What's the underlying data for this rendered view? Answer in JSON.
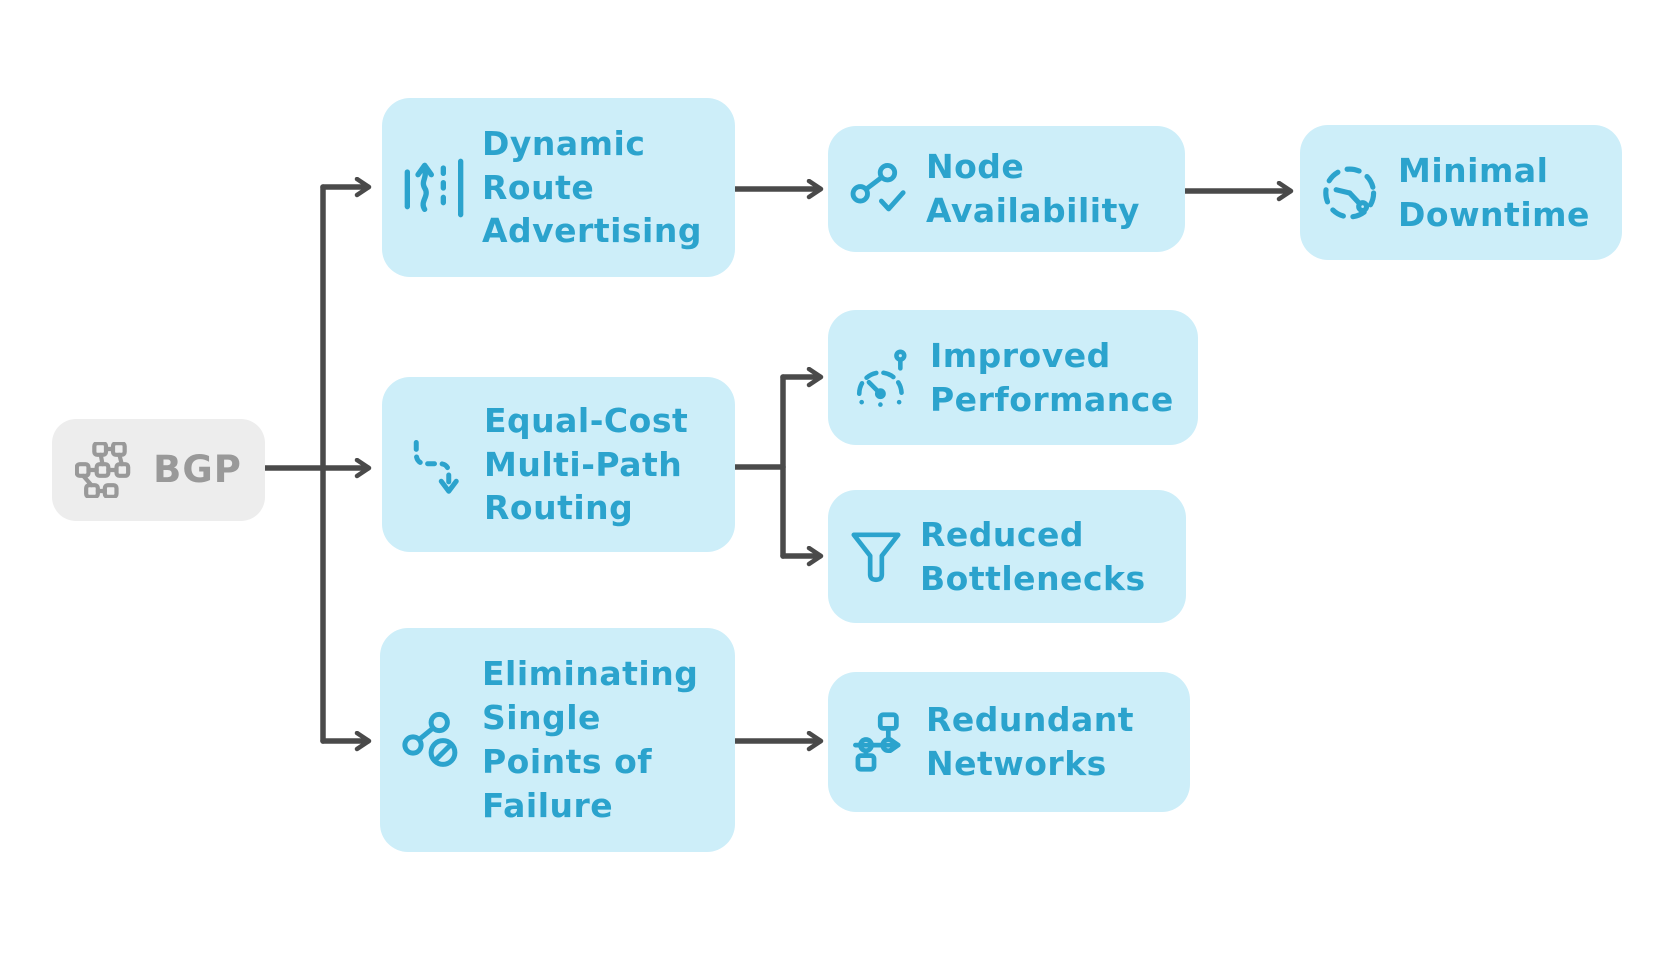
{
  "diagram": {
    "type": "flowchart-left-to-right",
    "colors": {
      "background": "#FFFFFF",
      "node_fill": "#CDEEF9",
      "node_text": "#2BA3CD",
      "root_fill": "#EDEDED",
      "root_text": "#999999",
      "connector": "#4A4A4A"
    },
    "nodes": {
      "bgp": {
        "label": "BGP",
        "icon": "network-mesh-icon"
      },
      "dynamic_route_advertising": {
        "label": "Dynamic\nRoute\nAdvertising",
        "icon": "route-lanes-icon"
      },
      "node_availability": {
        "label": "Node\nAvailability",
        "icon": "linked-nodes-check-icon"
      },
      "minimal_downtime": {
        "label": "Minimal\nDowntime",
        "icon": "dashed-clock-icon"
      },
      "equal_cost_multi_path_routing": {
        "label": "Equal-Cost\nMulti-Path\nRouting",
        "icon": "dashed-path-arrow-icon"
      },
      "improved_performance": {
        "label": "Improved\nPerformance",
        "icon": "gauge-icon"
      },
      "reduced_bottlenecks": {
        "label": "Reduced\nBottlenecks",
        "icon": "funnel-icon"
      },
      "eliminating_single_points_of_failure": {
        "label": "Eliminating\nSingle\nPoints of\nFailure",
        "icon": "nodes-prohibited-icon"
      },
      "redundant_networks": {
        "label": "Redundant\nNetworks",
        "icon": "network-topology-icon"
      }
    },
    "edges": [
      {
        "from": "BGP",
        "to": "Dynamic Route Advertising"
      },
      {
        "from": "BGP",
        "to": "Equal-Cost Multi-Path Routing"
      },
      {
        "from": "BGP",
        "to": "Eliminating Single Points of Failure"
      },
      {
        "from": "Dynamic Route Advertising",
        "to": "Node Availability"
      },
      {
        "from": "Node Availability",
        "to": "Minimal Downtime"
      },
      {
        "from": "Equal-Cost Multi-Path Routing",
        "to": "Improved Performance"
      },
      {
        "from": "Equal-Cost Multi-Path Routing",
        "to": "Reduced Bottlenecks"
      },
      {
        "from": "Eliminating Single Points of Failure",
        "to": "Redundant Networks"
      }
    ]
  }
}
